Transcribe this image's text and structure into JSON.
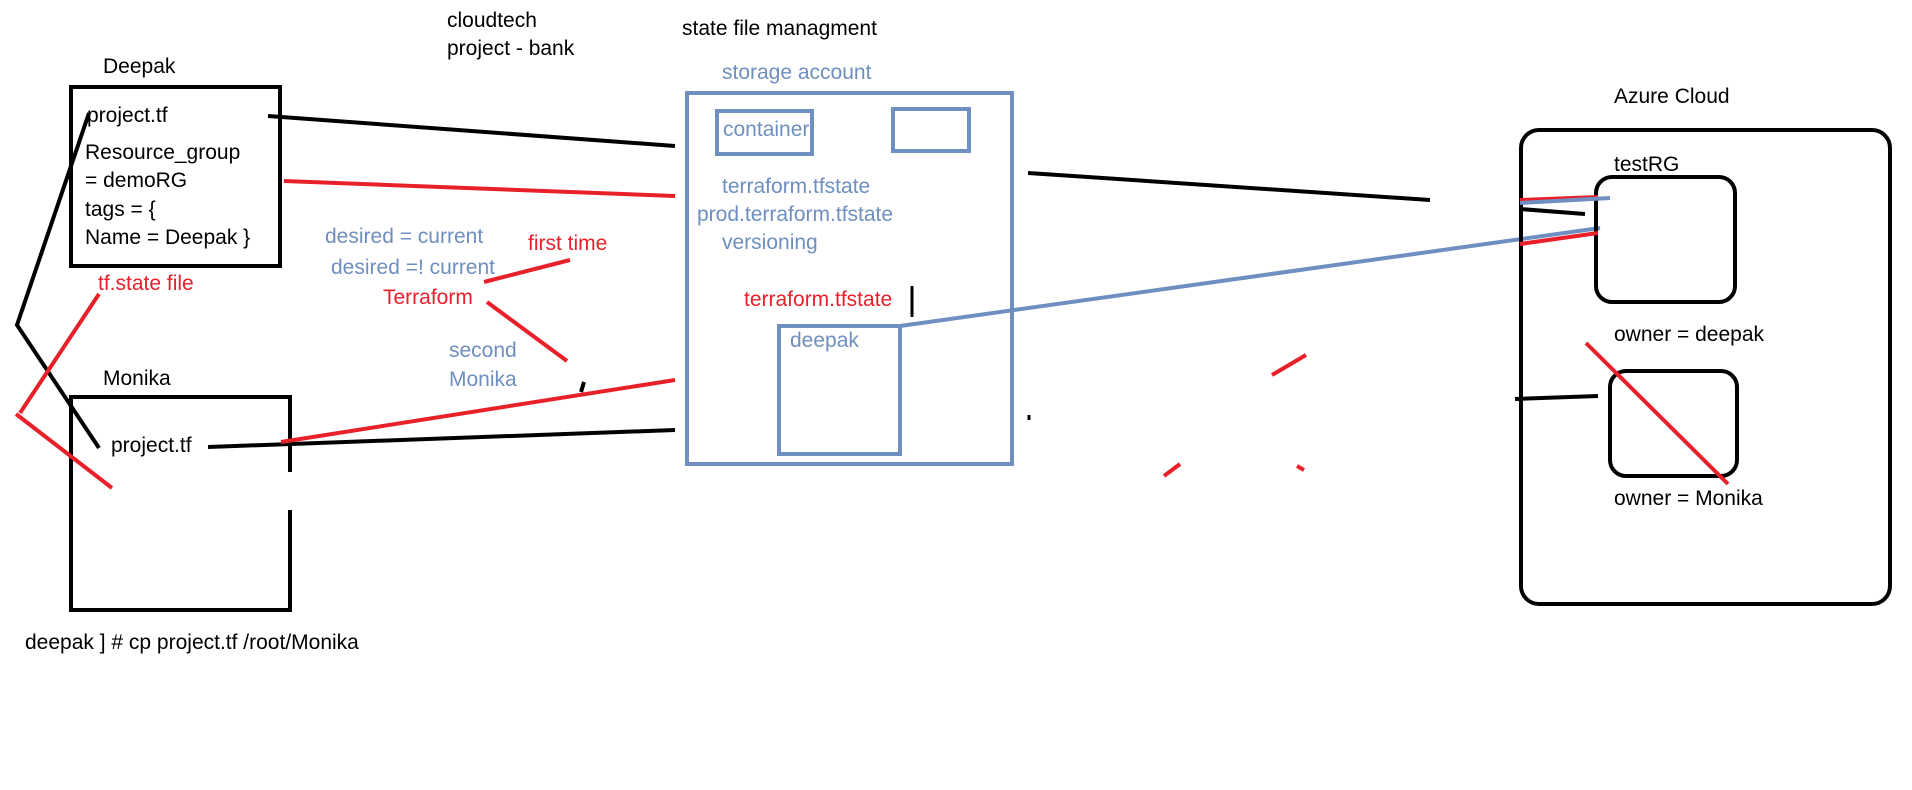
{
  "colors": {
    "black": "#000000",
    "red": "#e8202a",
    "blue": "#6e8fbf",
    "background": "#ffffff"
  },
  "header": {
    "project_line1": "cloudtech",
    "project_line2": "project - bank",
    "state_title": "state file managment"
  },
  "deepak": {
    "label": "Deepak",
    "file": "project.tf",
    "code_line1": "Resource_group",
    "code_line2": "= demoRG",
    "code_line3": "tags = {",
    "code_line4": "Name = Deepak }"
  },
  "monika": {
    "label": "Monika",
    "file": "project.tf"
  },
  "annotations": {
    "tf_state_file": "tf.state file",
    "desired_equal": "desired = current",
    "desired_not_equal": "desired =! current",
    "first_time": "first time",
    "terraform": "Terraform",
    "second_line1": "second",
    "second_line2": "Monika",
    "command": "deepak ] #  cp project.tf /root/Monika"
  },
  "storage": {
    "label": "storage account",
    "container": "container",
    "file1": "terraform.tfstate",
    "file2": "prod.terraform.tfstate",
    "versioning": "versioning",
    "file_red": "terraform.tfstate",
    "folder": "deepak"
  },
  "azure": {
    "label": "Azure Cloud",
    "rg1": "testRG",
    "owner1": "owner = deepak",
    "owner2": "owner = Monika"
  }
}
